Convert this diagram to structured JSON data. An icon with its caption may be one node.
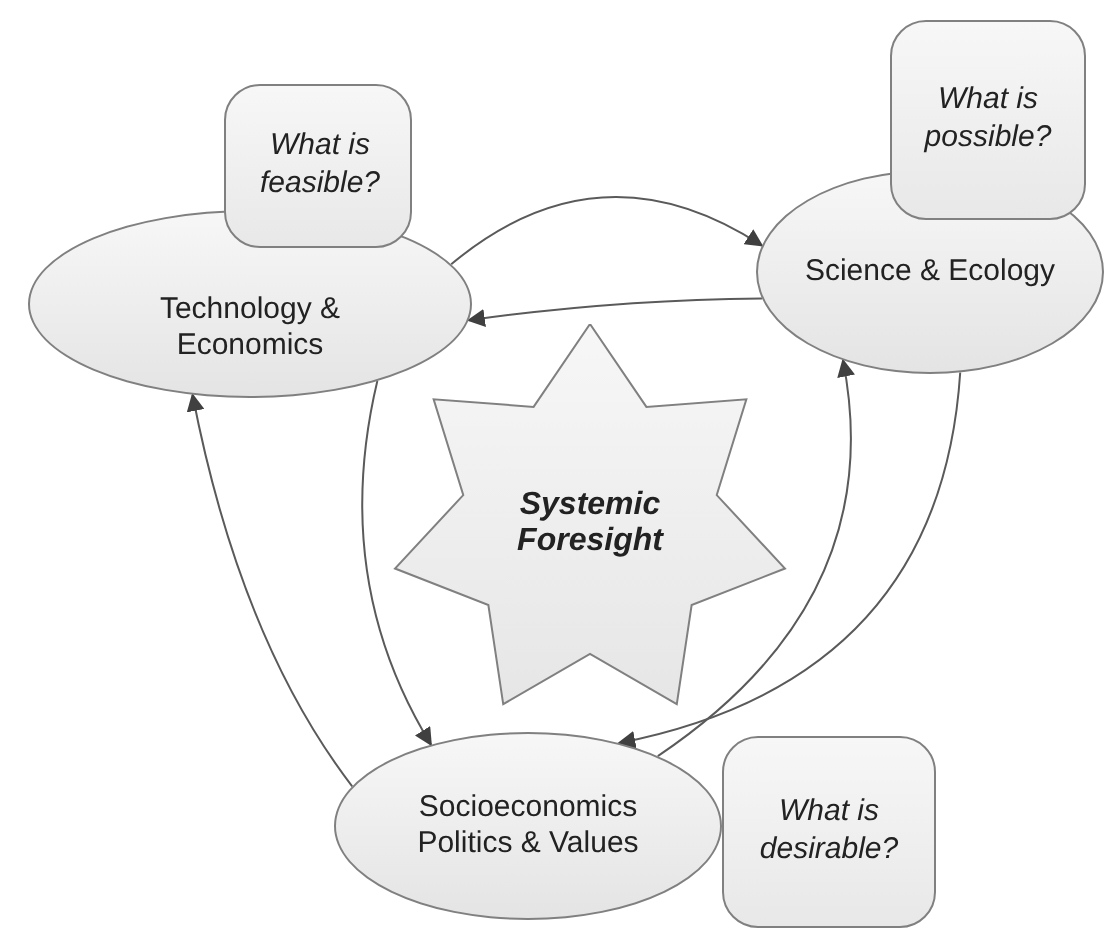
{
  "diagram": {
    "nodes": [
      {
        "text": [
          "Technology & Economics"
        ]
      },
      {
        "text": [
          "What is feasible?"
        ]
      },
      {
        "text": [
          "Science & Ecology"
        ]
      },
      {
        "text": [
          "What is possible?"
        ]
      },
      {
        "text": [
          "Systemic Foresight"
        ]
      },
      {
        "text": [
          "Socioeconomics Politics & Values"
        ]
      },
      {
        "text": [
          "What is desirable?"
        ]
      }
    ],
    "edges": [
      {
        "from": 0,
        "to": 2,
        "arrow": "to"
      },
      {
        "from": 2,
        "to": 0,
        "arrow": "to"
      },
      {
        "from": 0,
        "to": 5,
        "arrow": "to"
      },
      {
        "from": 5,
        "to": 0,
        "arrow": "to"
      },
      {
        "from": 5,
        "to": 2,
        "arrow": "to"
      },
      {
        "from": 2,
        "to": 5,
        "arrow": "to"
      }
    ]
  }
}
